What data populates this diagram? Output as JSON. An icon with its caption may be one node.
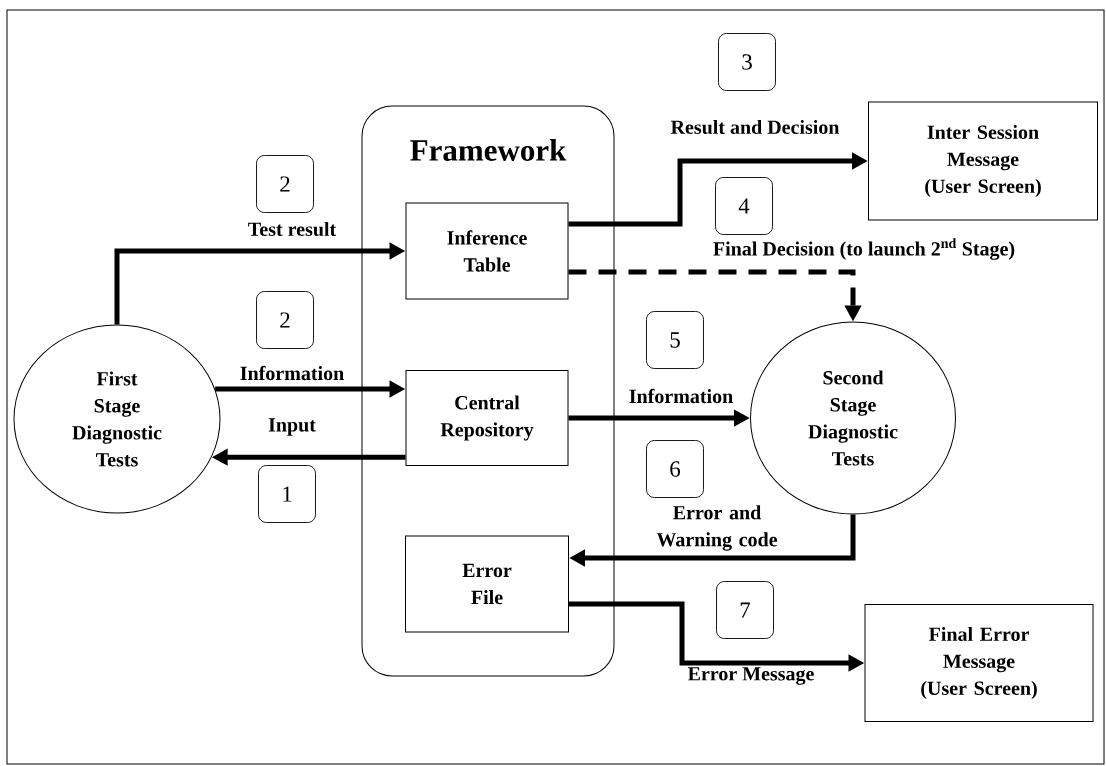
{
  "diagram": {
    "nodes": [
      {
        "text": [
          "Framework"
        ]
      },
      {
        "text": [
          "Inference Table"
        ],
        "in": 0
      },
      {
        "text": [
          "Central Repository"
        ],
        "in": 0
      },
      {
        "text": [
          "Error File"
        ],
        "in": 0
      },
      {
        "text": [
          "First Stage Diagnostic Tests"
        ]
      },
      {
        "text": [
          "Second Stage Diagnostic Tests"
        ]
      },
      {
        "text": [
          "Inter Session Message (User Screen)"
        ]
      },
      {
        "text": [
          "Final Error Message (User Screen)"
        ]
      },
      {
        "text": [
          "3"
        ]
      },
      {
        "text": [
          "2"
        ]
      },
      {
        "text": [
          "4"
        ]
      },
      {
        "text": [
          "2"
        ]
      },
      {
        "text": [
          "5"
        ]
      },
      {
        "text": [
          "6"
        ]
      },
      {
        "text": [
          "1"
        ]
      },
      {
        "text": [
          "7"
        ]
      }
    ],
    "edges": [
      {
        "from": 4,
        "to": 1,
        "arrow": "to",
        "label": "Test result"
      },
      {
        "from": 4,
        "to": 2,
        "arrow": "to",
        "label": "Information"
      },
      {
        "from": 2,
        "to": 4,
        "arrow": "to",
        "label": "Input"
      },
      {
        "from": 1,
        "to": 6,
        "arrow": "to",
        "label": "Result and Decision"
      },
      {
        "from": 1,
        "to": 5,
        "arrow": "to",
        "label": "Final Decision (to launch 2$^{nd}$ Stage)",
        "style": "dashed"
      },
      {
        "from": 2,
        "to": 5,
        "arrow": "to",
        "label": "Information"
      },
      {
        "from": 5,
        "to": 3,
        "arrow": "to",
        "label": "Error and Warning code"
      },
      {
        "from": 3,
        "to": 7,
        "arrow": "to",
        "label": "Error Message"
      }
    ]
  }
}
